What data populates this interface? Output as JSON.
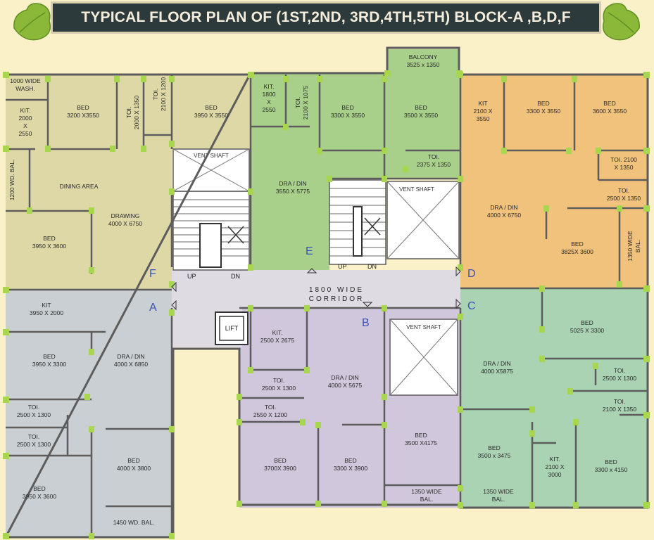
{
  "title": "TYPICAL FLOOR PLAN OF (1ST,2ND, 3RD,4TH,5TH) BLOCK-A ,B,D,F",
  "colors": {
    "page_bg": "#fbf1c9",
    "flat_f": "#ddd8a6",
    "flat_a": "#c9cfd3",
    "flat_e": "#a9d08b",
    "flat_d": "#f1c27b",
    "flat_c": "#aad3b4",
    "flat_b": "#d1c7dc",
    "corridor": "#dfdbe3",
    "wall": "#5c5c5c",
    "column": "#a8d64f",
    "block_letter": "#3a52b8"
  },
  "blocks": [
    {
      "letter": "F"
    },
    {
      "letter": "A"
    },
    {
      "letter": "E"
    },
    {
      "letter": "D"
    },
    {
      "letter": "C"
    },
    {
      "letter": "B"
    }
  ],
  "rooms": {
    "f_wash": [
      "1000 WIDE",
      "WASH."
    ],
    "f_kit": [
      "KIT.",
      "2000",
      "X",
      "2550"
    ],
    "f_bed1": [
      "BED",
      "3200 X3550"
    ],
    "f_toi1": [
      "TOI.",
      "2000 X 1350"
    ],
    "f_toi2": [
      "TOI.",
      "2100 X 1200"
    ],
    "f_bed2": [
      "BED",
      "3950 X 3550"
    ],
    "f_bal": [
      "1200 WD. BAL."
    ],
    "f_dining": [
      "DINING AREA"
    ],
    "f_drawing": [
      "DRAWING",
      "4000 X 6750"
    ],
    "f_bed3": [
      "BED",
      "3950 X 3600"
    ],
    "a_kit": [
      "KIT",
      "3950 X 2000"
    ],
    "a_bed1": [
      "BED",
      "3950 X 3300"
    ],
    "a_dra": [
      "DRA / DIN",
      "4000 X 6850"
    ],
    "a_toi1": [
      "TOI.",
      "2500 X 1300"
    ],
    "a_toi2": [
      "TOI.",
      "2500 X 1300"
    ],
    "a_bed2": [
      "BED",
      "4000 X 3800"
    ],
    "a_bed3": [
      "BED",
      "3950 X 3600"
    ],
    "a_bal": [
      "1450 WD. BAL."
    ],
    "e_kit": [
      "KIT.",
      "1800",
      "X",
      "2550"
    ],
    "e_toi": [
      "TOI.",
      "2100 X 1075"
    ],
    "e_bed1": [
      "BED",
      "3300 X 3550"
    ],
    "e_bed2": [
      "BED",
      "3500 X 3550"
    ],
    "e_balcony": [
      "BALCONY",
      "3525 x 1350"
    ],
    "e_toi2": [
      "TOI.",
      "2375 X 1350"
    ],
    "e_dra": [
      "DRA / DIN",
      "3550 X 5775"
    ],
    "d_kit": [
      "KIT",
      "2100 X",
      "3550"
    ],
    "d_bed1": [
      "BED",
      "3300 X 3550"
    ],
    "d_bed2": [
      "BED",
      "3600 X 3550"
    ],
    "d_toi1": [
      "TOI. 2100",
      "X 1350"
    ],
    "d_toi2": [
      "TOI.",
      "2500 X 1350"
    ],
    "d_dra": [
      "DRA / DIN",
      "4000 X 6750"
    ],
    "d_bed3": [
      "BED",
      "3825X 3600"
    ],
    "d_bal": [
      "1350 WIDE",
      "BAL."
    ],
    "c_bed1": [
      "BED",
      "5025 X 3300"
    ],
    "c_dra": [
      "DRA / DIN",
      "4000 X5875"
    ],
    "c_toi1": [
      "TOI.",
      "2500 X 1300"
    ],
    "c_toi2": [
      "TOI.",
      "2100 X 1350"
    ],
    "c_bed2": [
      "BED",
      "3500 x 3475"
    ],
    "c_kit": [
      "KIT.",
      "2100 X",
      "3000"
    ],
    "c_bed3": [
      "BED",
      "3300 x 4150"
    ],
    "c_bal": [
      "1350 WIDE",
      "BAL."
    ],
    "b_kit": [
      "KIT.",
      "2500 X 2675"
    ],
    "b_dra": [
      "DRA / DIN",
      "4000 X 5675"
    ],
    "b_toi1": [
      "TOI.",
      "2500 X 1300"
    ],
    "b_toi2": [
      "TOI.",
      "2550 X 1200"
    ],
    "b_bed1": [
      "BED",
      "3700X 3900"
    ],
    "b_bed2": [
      "BED",
      "3300 X 3900"
    ],
    "b_bed3": [
      "BED",
      "3500 X4175"
    ],
    "b_bal": [
      "1350 WIDE",
      "BAL."
    ]
  },
  "core": {
    "vent_shaft": "VENT SHAFT",
    "lift": "LIFT",
    "corridor": [
      "1800 WIDE",
      "CORRIDOR"
    ],
    "up": "UP",
    "dn": "DN"
  }
}
